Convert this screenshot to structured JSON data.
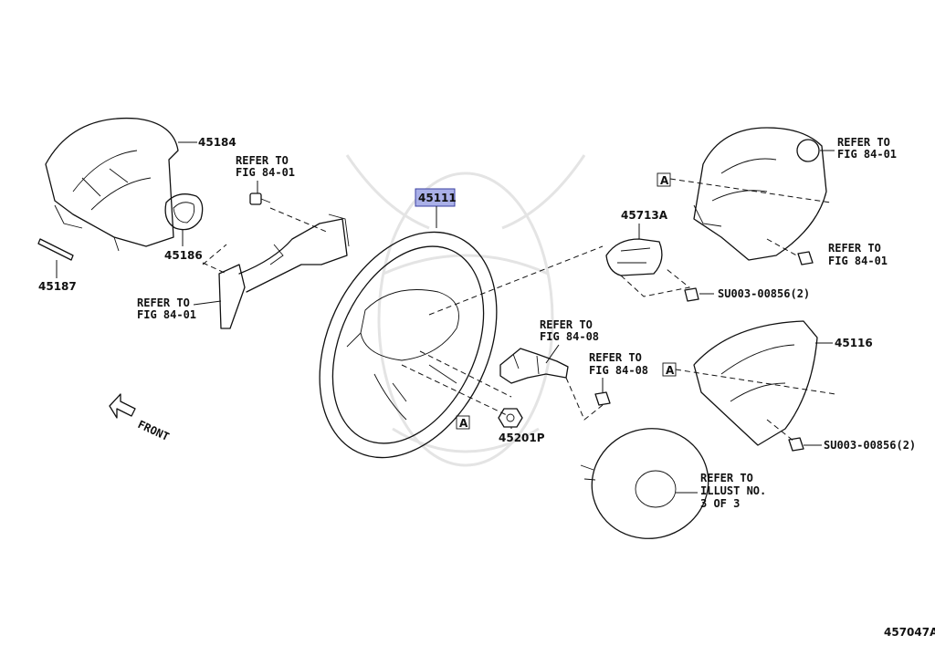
{
  "labels": {
    "p45184": "45184",
    "p45186": "45186",
    "p45187": "45187",
    "p45111": "45111",
    "p45713a": "45713A",
    "p45116": "45116",
    "p45201p": "45201P",
    "su_a": "SU003-00856(2)",
    "su_b": "SU003-00856(2)",
    "ref_left_top_1": "REFER TO",
    "ref_left_top_2": "FIG 84-01",
    "ref_left_mid_1": "REFER TO",
    "ref_left_mid_2": "FIG 84-01",
    "ref_right_top_1": "REFER TO",
    "ref_right_top_2": "FIG 84-01",
    "ref_right_mid_1": "REFER TO",
    "ref_right_mid_2": "FIG 84-01",
    "ref_center_1": "REFER TO",
    "ref_center_2": "FIG 84-08",
    "ref_center_b1": "REFER TO",
    "ref_center_b2": "FIG 84-08",
    "ref_illust_1": "REFER TO",
    "ref_illust_2": "ILLUST NO.",
    "ref_illust_3": "3 OF 3",
    "front": "FRONT",
    "marker_a1": "A",
    "marker_a2": "A",
    "marker_a3": "A",
    "footer_code": "457047A"
  },
  "colors": {
    "highlight_fill": "#aab0e8",
    "highlight_stroke": "#3a3fa0",
    "line": "#111111"
  }
}
